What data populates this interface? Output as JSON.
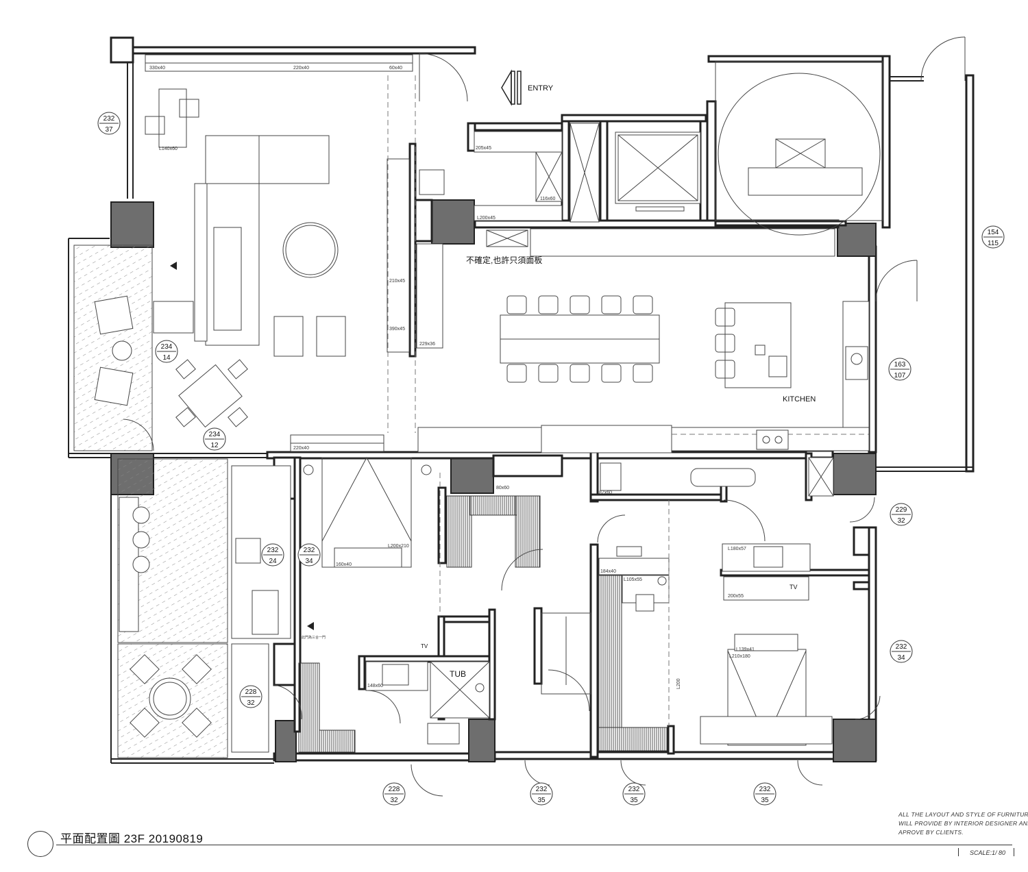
{
  "drawing": {
    "title": "平面配置圖 23F 20190819",
    "note_lines": [
      "ALL THE LAYOUT AND STYLE OF FURNITURE",
      "WILL PROVIDE BY INTERIOR DESIGNER AND",
      "APROVE BY CLIENTS."
    ],
    "scale": "SCALE:1/ 80"
  },
  "labels": {
    "entry": "ENTRY",
    "kitchen": "KITCHEN",
    "uncertain_note": "不確定,也許只須面板",
    "tub": "TUB",
    "tv_1": "TV",
    "tv_2": "TV",
    "small_note": "此門為三合一門",
    "height_200": "L200"
  },
  "dimensions": {
    "d330x40": "330x40",
    "d220x40_top": "220x40",
    "d60x40": "60x40",
    "dL140x60": "L140x60",
    "d205x45": "205x45",
    "d116x60": "116x60",
    "dL200x45": "L200x45",
    "d210x45": "210x45",
    "d390x45": "390x45",
    "d229x36": "229x36",
    "d220x40_bot": "220x40",
    "dL200x210": "L200x210",
    "d160x40": "160x40",
    "d87x60": "87x60",
    "d80x60": "80x60",
    "d184x40": "184x40",
    "dL105x55": "L105x55",
    "dL180x57": "L180x57",
    "d200x55": "200x55",
    "dL139x41": "L139x41",
    "dL210x180": "L210x180",
    "d148x60": "148x60"
  },
  "tags": [
    {
      "top": "232",
      "bottom": "37"
    },
    {
      "top": "234",
      "bottom": "14"
    },
    {
      "top": "234",
      "bottom": "12"
    },
    {
      "top": "154",
      "bottom": "115"
    },
    {
      "top": "163",
      "bottom": "107"
    },
    {
      "top": "229",
      "bottom": "32"
    },
    {
      "top": "232",
      "bottom": "24"
    },
    {
      "top": "232",
      "bottom": "34"
    },
    {
      "top": "232",
      "bottom": "34"
    },
    {
      "top": "228",
      "bottom": "32"
    },
    {
      "top": "228",
      "bottom": "32"
    },
    {
      "top": "232",
      "bottom": "35"
    },
    {
      "top": "232",
      "bottom": "35"
    },
    {
      "top": "232",
      "bottom": "35"
    }
  ]
}
